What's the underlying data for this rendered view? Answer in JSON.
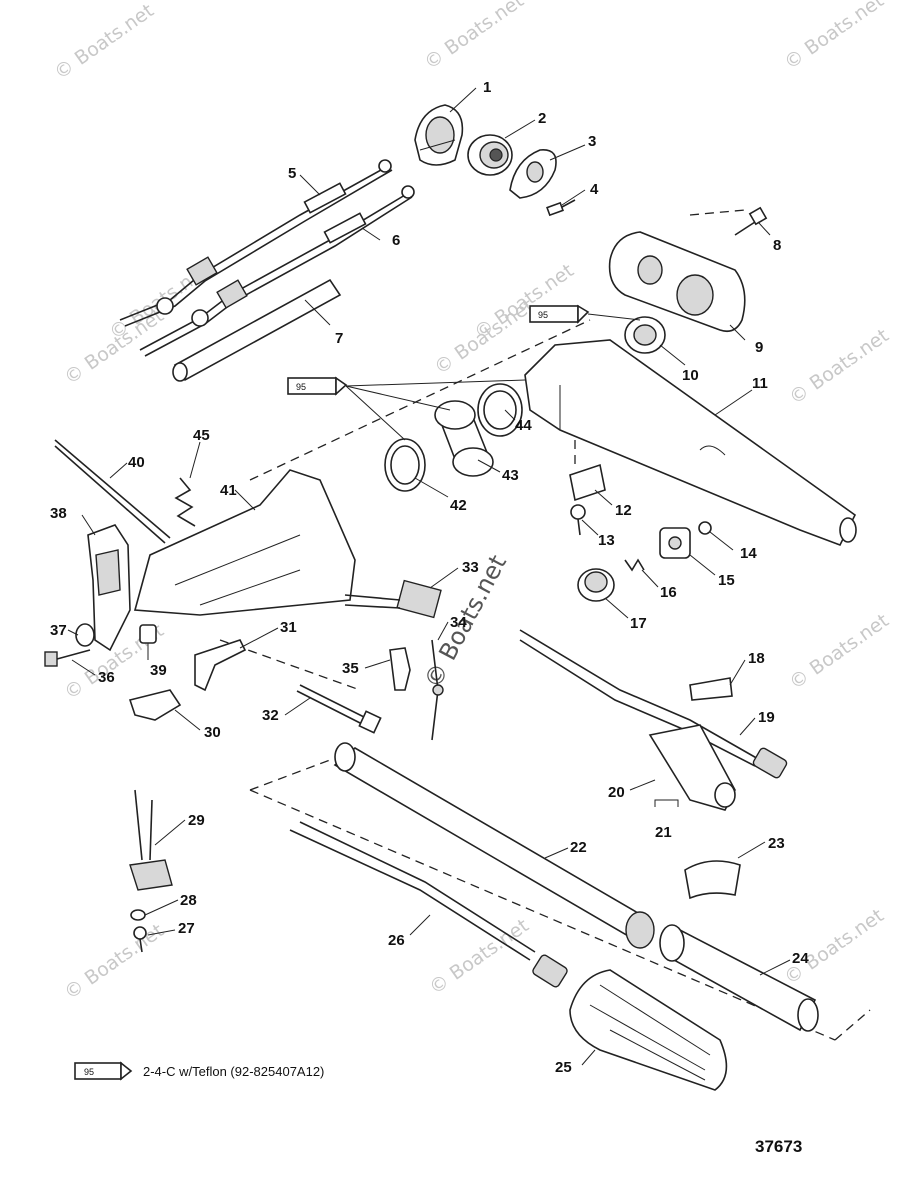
{
  "callouts": [
    "1",
    "2",
    "3",
    "4",
    "5",
    "6",
    "7",
    "8",
    "9",
    "10",
    "11",
    "12",
    "13",
    "14",
    "15",
    "16",
    "17",
    "18",
    "19",
    "20",
    "21",
    "22",
    "23",
    "24",
    "25",
    "26",
    "27",
    "28",
    "29",
    "30",
    "31",
    "32",
    "33",
    "34",
    "35",
    "36",
    "37",
    "38",
    "39",
    "40",
    "41",
    "42",
    "43",
    "44",
    "45"
  ],
  "tube_label": "95",
  "legend": {
    "tube_label": "95",
    "text": "2-4-C w/Teflon (92-825407A12)"
  },
  "reference_number": "37673",
  "watermark": {
    "text": "© Boats.net",
    "center_text": "© Boats.net"
  }
}
